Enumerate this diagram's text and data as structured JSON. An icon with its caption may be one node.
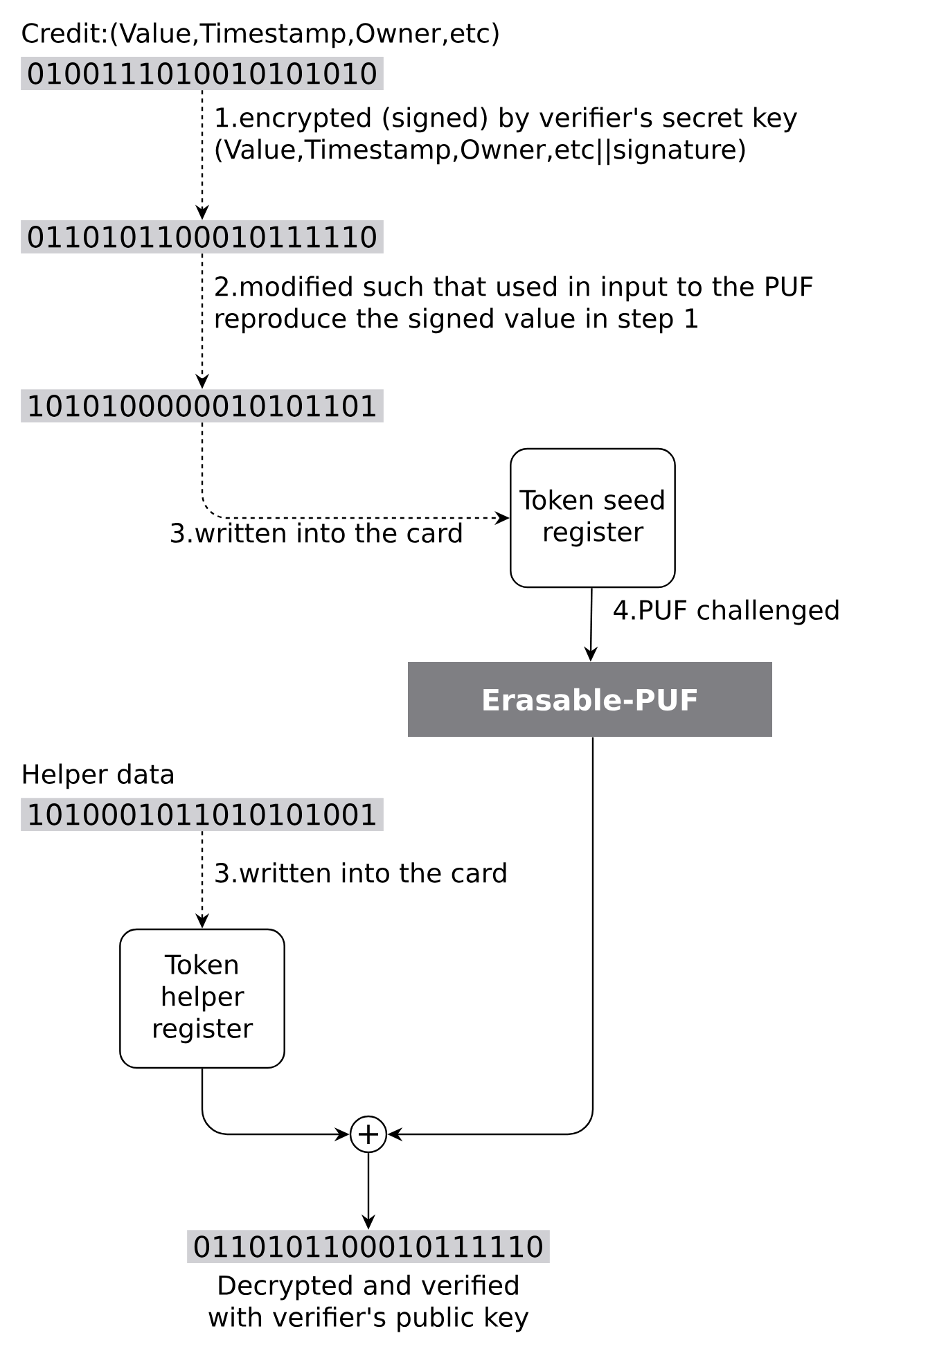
{
  "diagram": {
    "nodes": [
      {
        "text": [
          "Credit:(Value,Timestamp,Owner,etc)",
          "0100111010010101010"
        ]
      },
      {
        "text": [
          "0110101100010111110"
        ]
      },
      {
        "text": [
          "1010100000010101101"
        ]
      },
      {
        "text": [
          "Token seed register"
        ]
      },
      {
        "text": [
          "Erasable-PUF"
        ]
      },
      {
        "text": [
          "Helper data",
          "1010001011010101001"
        ]
      },
      {
        "text": [
          "Token helper register"
        ]
      },
      {
        "text": [],
        "shape": "circle"
      },
      {
        "text": [
          "0110101100010111110"
        ],
        "beside": [
          "Decrypted and verified with verifier's public key"
        ]
      }
    ],
    "edges": [
      {
        "from": 0,
        "to": 1,
        "arrow": "to",
        "style": "dashed",
        "label": "1.encrypted (signed) by verifier's secret key (Value,Timestamp,Owner,etc||signature)"
      },
      {
        "from": 1,
        "to": 2,
        "arrow": "to",
        "style": "dashed",
        "label": "2.modified such that used in input to the PUF reproduce the signed value in step 1"
      },
      {
        "from": 2,
        "to": 3,
        "arrow": "to",
        "style": "dashed",
        "label": "3.written into the card"
      },
      {
        "from": 3,
        "to": 4,
        "arrow": "to",
        "label": "4.PUF challenged"
      },
      {
        "from": 5,
        "to": 6,
        "arrow": "to",
        "style": "dashed",
        "label": "3.written into the card"
      },
      {
        "from": 6,
        "to": 7,
        "arrow": "to"
      },
      {
        "from": 4,
        "to": 7,
        "arrow": "to"
      },
      {
        "from": 7,
        "to": 8,
        "arrow": "to"
      }
    ]
  }
}
